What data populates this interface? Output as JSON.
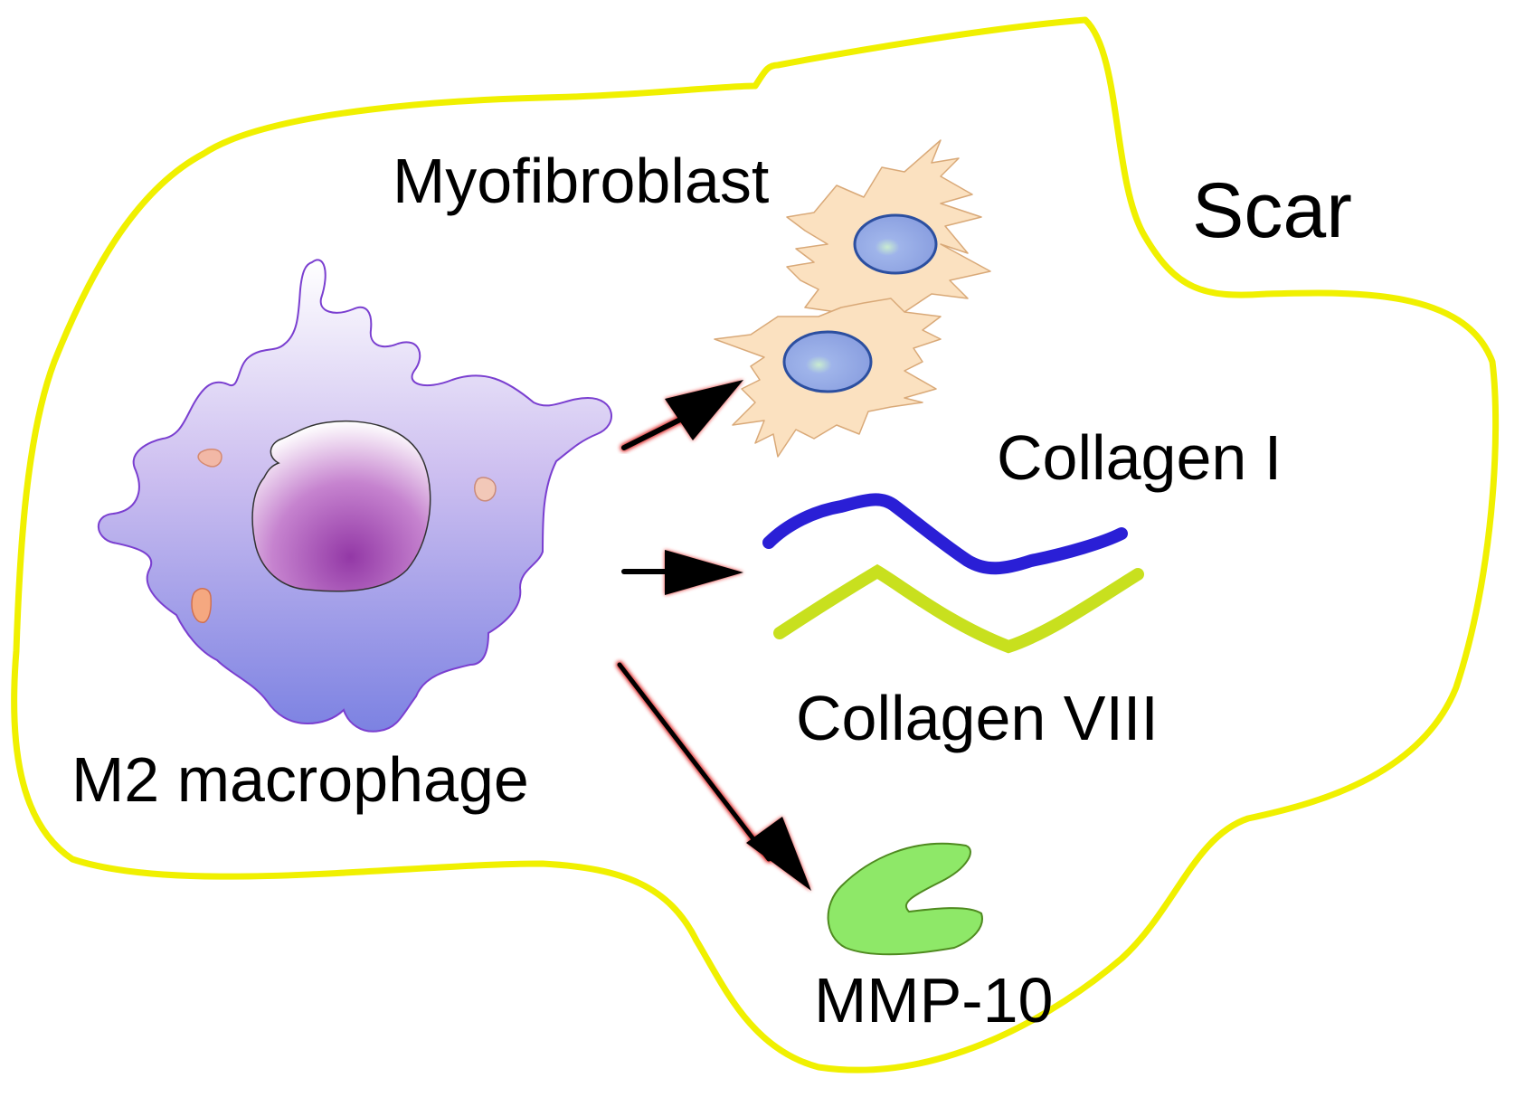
{
  "labels": {
    "scar": "Scar",
    "myofibroblast": "Myofibroblast",
    "m2_macrophage": "M2 macrophage",
    "collagen_i": "Collagen I",
    "collagen_viii": "Collagen VIII",
    "mmp10": "MMP-10"
  },
  "colors": {
    "scar_outline": "#f0f000",
    "collagen_i": "#2a1fd6",
    "collagen_viii": "#c8e01e",
    "mmp10": "#8ee868",
    "arrow": "#000000",
    "arrow_glow": "#e02020",
    "macrophage_membrane": "#7a3fd0",
    "macrophage_nucleus": "#9a3aa8",
    "myofibroblast_body": "#fbe1c0",
    "myofibroblast_nucleus": "#8fa6e6"
  },
  "arrows": [
    {
      "from": "m2-macrophage",
      "to": "myofibroblast"
    },
    {
      "from": "m2-macrophage",
      "to": "collagen"
    },
    {
      "from": "m2-macrophage",
      "to": "mmp-10"
    }
  ]
}
